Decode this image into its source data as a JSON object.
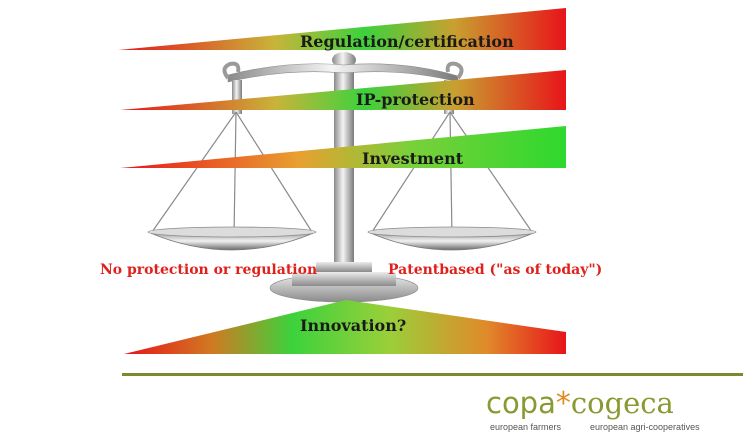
{
  "wedges": [
    {
      "label": "Regulation/certification",
      "direction": "red-right"
    },
    {
      "label": "IP-protection",
      "direction": "red-right"
    },
    {
      "label": "Investment",
      "direction": "green-right"
    },
    {
      "label": "Innovation?",
      "direction": "green-center"
    }
  ],
  "pans": {
    "left_label": "No protection or regulation",
    "right_label": "Patentbased (\"as of today\")"
  },
  "logo": {
    "part1": "copa",
    "star": "*",
    "part2": "cogeca",
    "sub_left": "european farmers",
    "sub_right": "european agri-cooperatives"
  },
  "colors": {
    "red": "#e8141a",
    "orange": "#e87a1e",
    "green": "#3cd23c",
    "rule": "#7a8a2e",
    "logo_green": "#8a9a32",
    "logo_star": "#e08a1e",
    "pan_text": "#e0201a"
  }
}
